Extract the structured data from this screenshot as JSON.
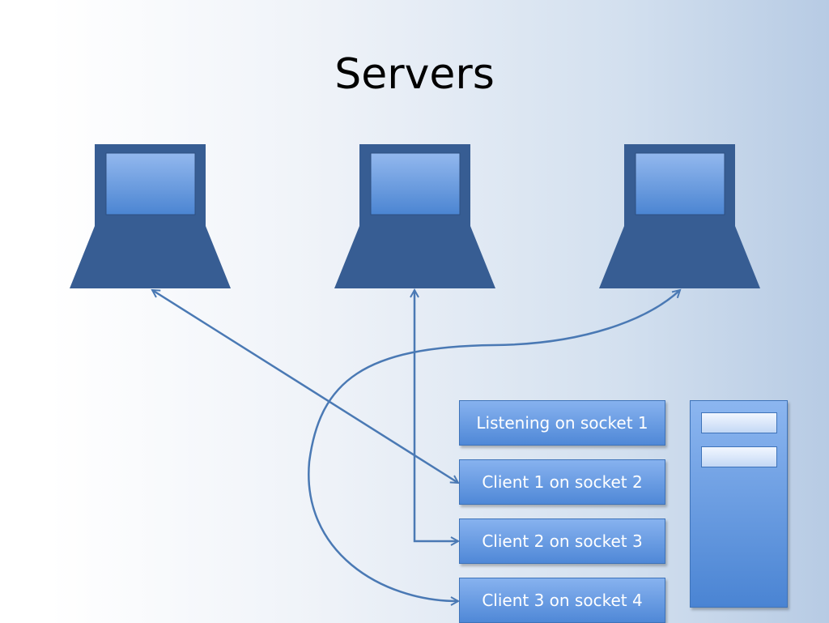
{
  "title": "Servers",
  "laptops": [
    {
      "id": "laptop-1"
    },
    {
      "id": "laptop-2"
    },
    {
      "id": "laptop-3"
    }
  ],
  "sockets": [
    {
      "label": "Listening on socket 1"
    },
    {
      "label": "Client 1 on socket 2"
    },
    {
      "label": "Client 2 on socket 3"
    },
    {
      "label": "Client 3 on socket 4"
    }
  ],
  "colors": {
    "laptop_body": "#375d93",
    "screen_top": "#93b8ee",
    "screen_bottom": "#4b85d2",
    "connector": "#4a79b4"
  }
}
